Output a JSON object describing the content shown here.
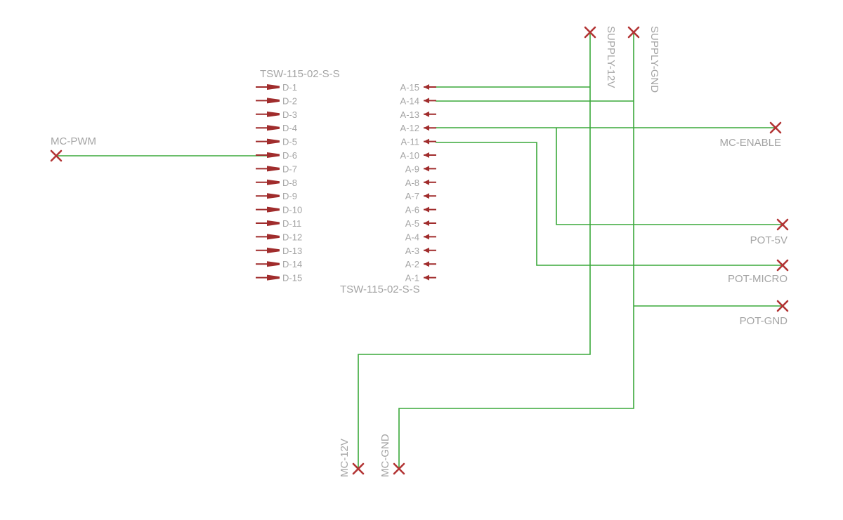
{
  "connector_d": {
    "name": "TSW-115-02-S-S",
    "pins": [
      "D-1",
      "D-2",
      "D-3",
      "D-4",
      "D-5",
      "D-6",
      "D-7",
      "D-8",
      "D-9",
      "D-10",
      "D-11",
      "D-12",
      "D-13",
      "D-14",
      "D-15"
    ]
  },
  "connector_a": {
    "name": "TSW-115-02-S-S",
    "pins": [
      "A-15",
      "A-14",
      "A-13",
      "A-12",
      "A-11",
      "A-10",
      "A-9",
      "A-8",
      "A-7",
      "A-6",
      "A-5",
      "A-4",
      "A-3",
      "A-2",
      "A-1"
    ]
  },
  "net_labels": {
    "mc_pwm": "MC-PWM",
    "supply_12v": "SUPPLY-12V",
    "supply_gnd": "SUPPLY-GND",
    "mc_enable": "MC-ENABLE",
    "pot_5v": "POT-5V",
    "pot_micro": "POT-MICRO",
    "pot_gnd": "POT-GND",
    "mc_12v": "MC-12V",
    "mc_gnd": "MC-GND"
  },
  "colors": {
    "wire": "#3aa83a",
    "pin": "#a02c2c",
    "marker": "#b23434",
    "label": "#a4a4a4"
  }
}
